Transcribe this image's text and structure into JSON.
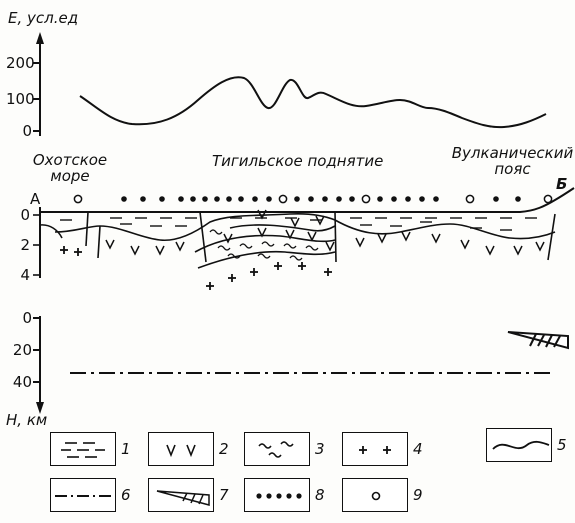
{
  "graph": {
    "y_axis_label": "E, усл.ед",
    "ticks": [
      "200",
      "100",
      "0"
    ]
  },
  "section": {
    "left_region": [
      "Охотское",
      "море"
    ],
    "middle_region": "Тигильское поднятие",
    "right_region": [
      "Вулканический",
      "пояс"
    ],
    "point_a": "А",
    "point_b": "Б",
    "upper_depth_ticks": [
      "0",
      "2",
      "4"
    ],
    "lower_depth_ticks": [
      "0",
      "20",
      "40"
    ],
    "depth_axis_label": "H, км"
  },
  "legend": [
    {
      "num": "1",
      "symbol": "dashes-icon"
    },
    {
      "num": "2",
      "symbol": "v-marks-icon"
    },
    {
      "num": "3",
      "symbol": "tilde-marks-icon"
    },
    {
      "num": "4",
      "symbol": "plus-marks-icon"
    },
    {
      "num": "5",
      "symbol": "wavy-line-icon"
    },
    {
      "num": "6",
      "symbol": "dash-dot-line-icon"
    },
    {
      "num": "7",
      "symbol": "hatched-wedge-icon"
    },
    {
      "num": "8",
      "symbol": "dots-icon"
    },
    {
      "num": "9",
      "symbol": "circle-icon"
    }
  ]
}
